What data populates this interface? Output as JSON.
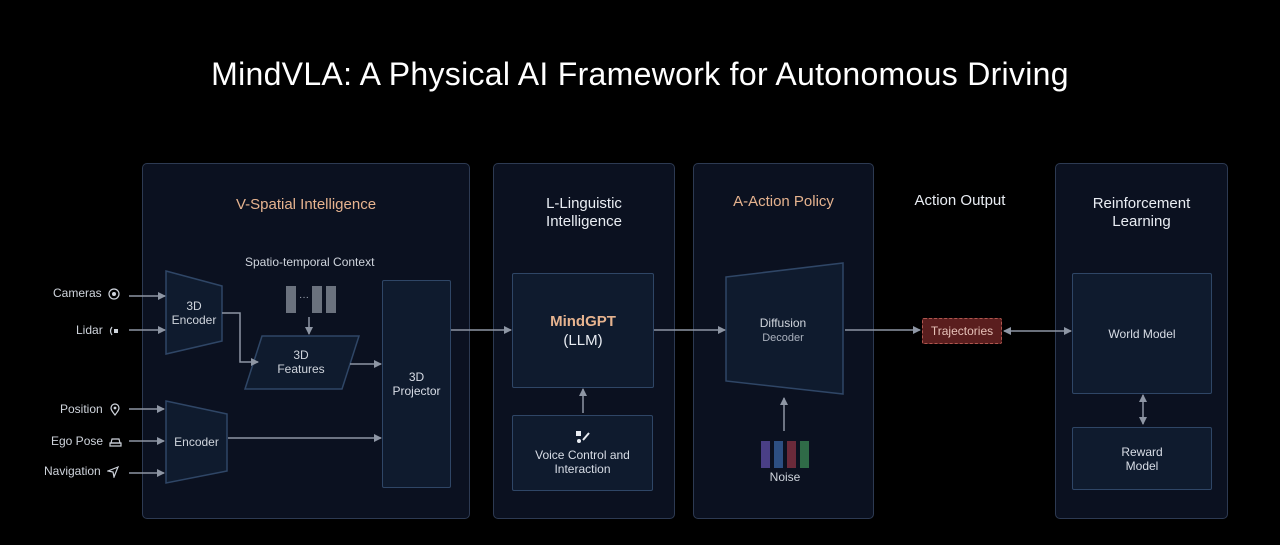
{
  "title": "MindVLA: A Physical AI Framework for Autonomous Driving",
  "panels": {
    "spatial": {
      "title": "V-Spatial Intelligence"
    },
    "linguistic": {
      "title_line1": "L-Linguistic",
      "title_line2": "Intelligence"
    },
    "action": {
      "title": "A-Action Policy"
    },
    "output": {
      "title": "Action Output"
    },
    "rl": {
      "title_line1": "Reinforcement",
      "title_line2": "Learning"
    }
  },
  "inputs": {
    "cameras": "Cameras",
    "lidar": "Lidar",
    "position": "Position",
    "ego_pose": "Ego Pose",
    "navigation": "Navigation"
  },
  "spatial_blocks": {
    "encoder_3d_line1": "3D",
    "encoder_3d_line2": "Encoder",
    "context_label": "Spatio-temporal Context",
    "features_line1": "3D",
    "features_line2": "Features",
    "projector_line1": "3D",
    "projector_line2": "Projector",
    "encoder": "Encoder"
  },
  "llm": {
    "name": "MindGPT",
    "sub": "(LLM)"
  },
  "voice": {
    "line1": "Voice Control and",
    "line2": "Interaction"
  },
  "diffusion": {
    "line1": "Diffusion",
    "line2": "Decoder"
  },
  "noise": {
    "label": "Noise",
    "colors": [
      "#4a3f86",
      "#2d4f82",
      "#6b2a3a",
      "#2f6a47"
    ]
  },
  "trajectories": {
    "label": "Trajectories"
  },
  "world_model": {
    "label": "World Model"
  },
  "reward_model": {
    "line1": "Reward",
    "line2": "Model"
  }
}
